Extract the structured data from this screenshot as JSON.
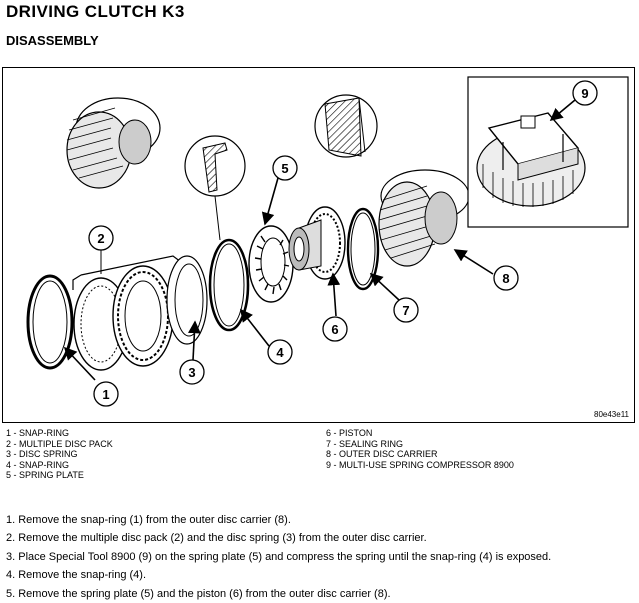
{
  "document": {
    "title": "DRIVING CLUTCH K3",
    "subtitle": "DISASSEMBLY",
    "figure_id": "80e43e11"
  },
  "figure": {
    "callouts": [
      "1",
      "2",
      "3",
      "4",
      "5",
      "6",
      "7",
      "8",
      "9"
    ]
  },
  "legend": {
    "left": [
      "1 - SNAP-RING",
      "2 - MULTIPLE DISC PACK",
      "3 - DISC SPRING",
      "4 - SNAP-RING",
      "5 - SPRING PLATE"
    ],
    "right": [
      "6 - PISTON",
      "7 - SEALING RING",
      "8 - OUTER DISC CARRIER",
      "9 - MULTI-USE SPRING COMPRESSOR 8900"
    ]
  },
  "steps": [
    "1. Remove the snap-ring (1) from the outer disc carrier (8).",
    "2. Remove the multiple disc pack (2) and the disc spring (3) from the outer disc carrier.",
    "3. Place Special Tool 8900 (9) on the spring plate (5) and compress the spring until the snap-ring (4) is exposed.",
    "4. Remove the snap-ring (4).",
    "5. Remove the spring plate (5) and the piston (6) from the outer disc carrier (8)."
  ]
}
